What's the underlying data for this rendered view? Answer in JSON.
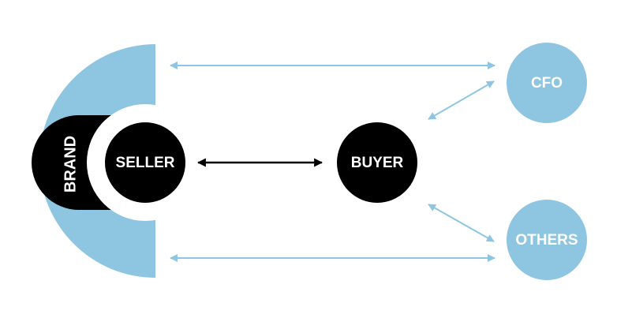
{
  "nodes": {
    "brand": "BRAND",
    "seller": "SELLER",
    "buyer": "BUYER",
    "cfo": "CFO",
    "others": "OTHERS"
  },
  "colors": {
    "light_blue": "#8EC6E2",
    "black": "#000000",
    "white": "#FFFFFF"
  }
}
